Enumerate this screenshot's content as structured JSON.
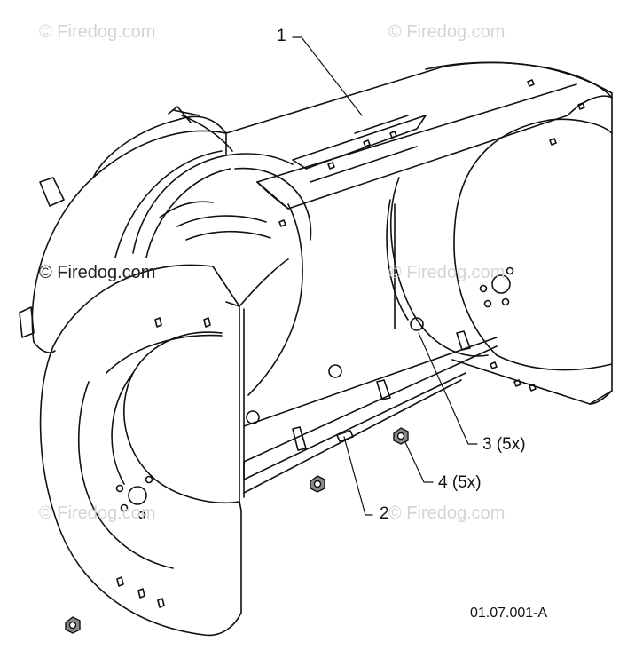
{
  "callouts": {
    "c1": "1",
    "c2": "2",
    "c3": "3 (5x)",
    "c4": "4 (5x)"
  },
  "watermark": {
    "text": "© Firedog.com"
  },
  "drawing_number": "01.07.001-A",
  "colors": {
    "line": "#111111",
    "watermark_faint": "#d4d4d4",
    "nut_fill": "#8a8a8a"
  }
}
